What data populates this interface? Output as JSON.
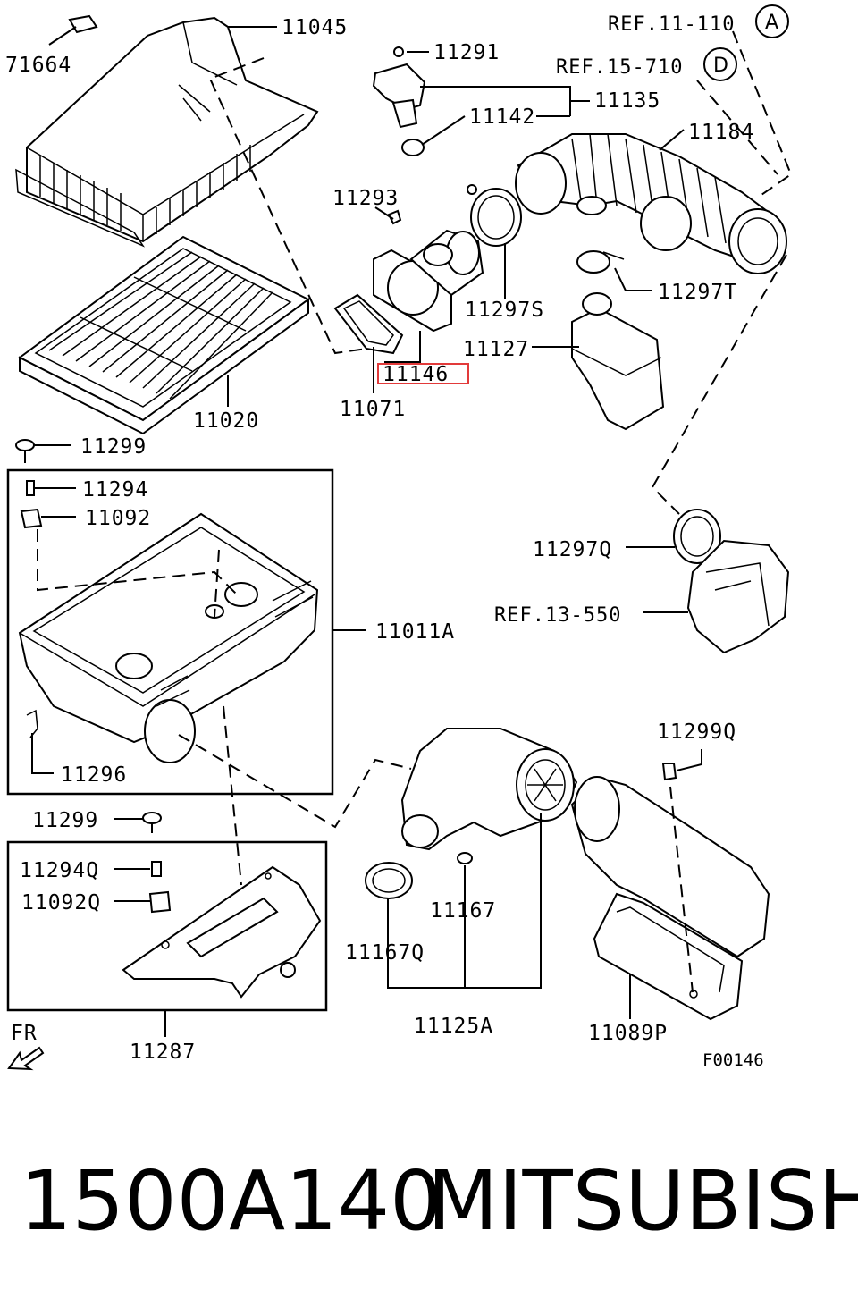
{
  "labels": {
    "p71664": "71664",
    "p11045": "11045",
    "p11291": "11291",
    "p11135": "11135",
    "p11142": "11142",
    "p11184": "11184",
    "p11293": "11293",
    "p11297S": "11297S",
    "p11297T": "11297T",
    "p11127": "11127",
    "p11146": "11146",
    "p11071": "11071",
    "p11020": "11020",
    "p11299a": "11299",
    "p11294": "11294",
    "p11092": "11092",
    "p11011A": "11011A",
    "p11296": "11296",
    "p11297Q": "11297Q",
    "p11299b": "11299",
    "p11294Q": "11294Q",
    "p11092Q": "11092Q",
    "p11287": "11287",
    "p11299Q": "11299Q",
    "p11167": "11167",
    "p11167Q": "11167Q",
    "p11125A": "11125A",
    "p11089P": "11089P"
  },
  "refs": {
    "refA": "REF.11-110",
    "refA_circle": "A",
    "refD": "REF.15-710",
    "refD_circle": "D",
    "ref13": "REF.13-550"
  },
  "direction": "FR",
  "figure_code": "F00146",
  "highlight_color": "#e23a3a",
  "footer": {
    "part_number": "1500A140",
    "brand": "MITSUBISHI"
  }
}
